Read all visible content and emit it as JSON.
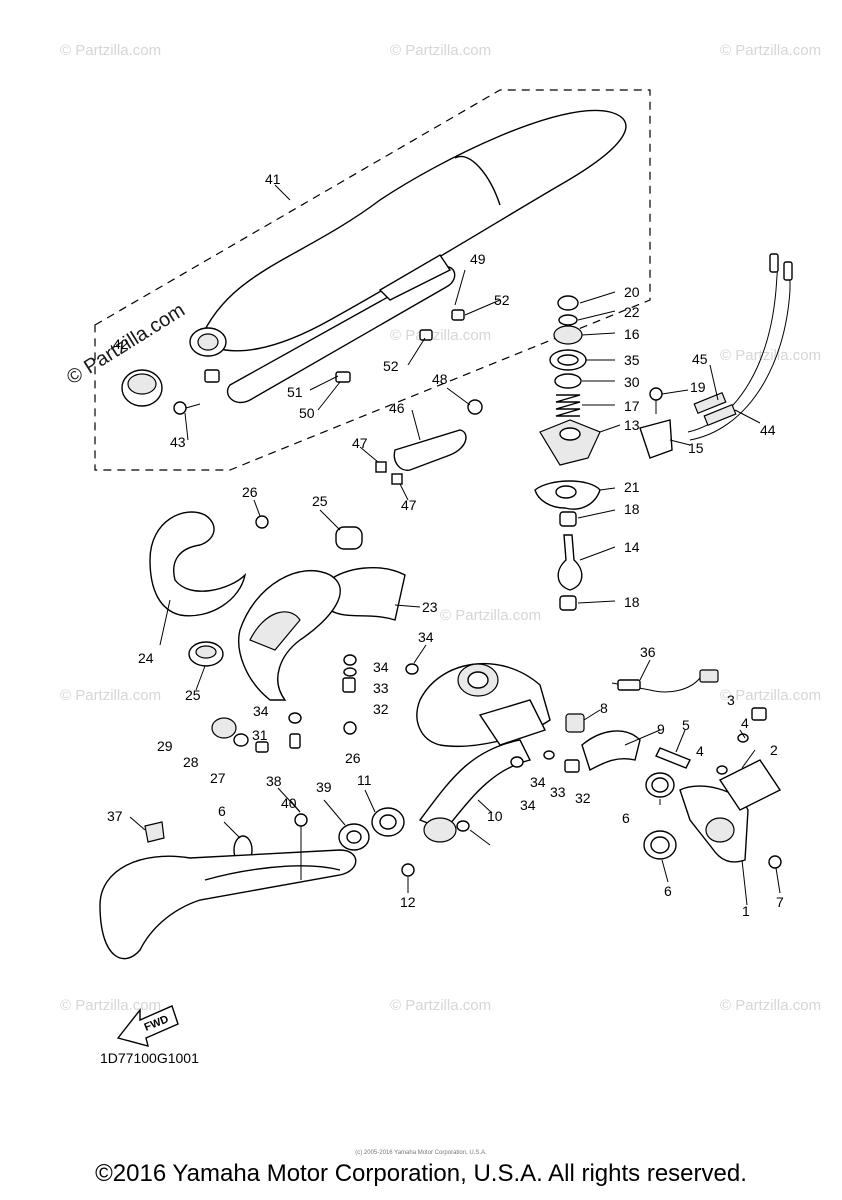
{
  "diagram": {
    "watermark_small": "© Partzilla.com",
    "watermark_large": "© Partzilla.com",
    "fwd_label": "FWD",
    "diagram_code": "1D77100G1001",
    "tiny_copyright": "(c) 2005-2016 Yamaha Motor Corporation, U.S.A.",
    "copyright": "©2016 Yamaha Motor Corporation, U.S.A. All rights reserved.",
    "callouts": {
      "n1": "1",
      "n2": "2",
      "n3": "3",
      "n4a": "4",
      "n4b": "4",
      "n5": "5",
      "n6a": "6",
      "n6b": "6",
      "n6c": "6",
      "n7": "7",
      "n8": "8",
      "n9": "9",
      "n10": "10",
      "n11": "11",
      "n12": "12",
      "n13": "13",
      "n14": "14",
      "n15": "15",
      "n16": "16",
      "n17": "17",
      "n18a": "18",
      "n18b": "18",
      "n19": "19",
      "n20": "20",
      "n21": "21",
      "n22": "22",
      "n23": "23",
      "n24": "24",
      "n25a": "25",
      "n25b": "25",
      "n26a": "26",
      "n26b": "26",
      "n27": "27",
      "n28": "28",
      "n29": "29",
      "n30": "30",
      "n31": "31",
      "n32a": "32",
      "n32b": "32",
      "n33a": "33",
      "n33b": "33",
      "n34a": "34",
      "n34b": "34",
      "n34c": "34",
      "n34d": "34",
      "n34e": "34",
      "n35": "35",
      "n36": "36",
      "n37": "37",
      "n38": "38",
      "n39": "39",
      "n40": "40",
      "n41": "41",
      "n42": "42",
      "n43": "43",
      "n44": "44",
      "n45": "45",
      "n46": "46",
      "n47a": "47",
      "n47b": "47",
      "n48": "48",
      "n49": "49",
      "n50": "50",
      "n51": "51",
      "n52a": "52",
      "n52b": "52"
    }
  }
}
